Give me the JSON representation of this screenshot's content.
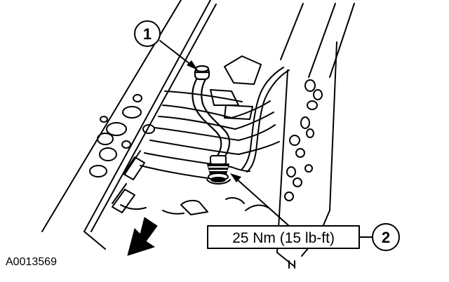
{
  "figure": {
    "id": "A0013569"
  },
  "callouts": [
    {
      "number": "1"
    },
    {
      "number": "2"
    }
  ],
  "torque_spec": {
    "text": "25 Nm (15 lb-ft)"
  },
  "colors": {
    "ink": "#000000",
    "paper": "#ffffff"
  },
  "icons": {
    "direction": "forward-arrow-icon"
  }
}
